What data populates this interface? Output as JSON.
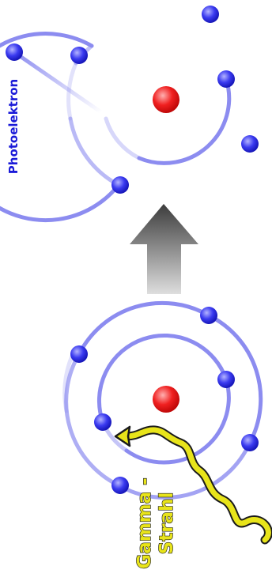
{
  "labels": {
    "photoelectron": "Photoelektron",
    "gamma_line1": "Gamma -",
    "gamma_line2": "Strahl"
  },
  "colors": {
    "background": "#ffffff",
    "orbit": "#8c8cf0",
    "electron": "#2424e6",
    "nucleus": "#f01818",
    "photoelectron_label": "#1a1ad8",
    "gamma_fill": "#e8e41a",
    "gamma_stroke": "#1a1a1a",
    "arrow_top": "#3c3c3c",
    "arrow_bottom": "#dddddd"
  },
  "icons": {
    "nucleus": "nucleus-icon",
    "electron": "electron-icon",
    "arrow": "up-arrow-icon",
    "gamma_ray": "wavy-arrow-icon"
  }
}
